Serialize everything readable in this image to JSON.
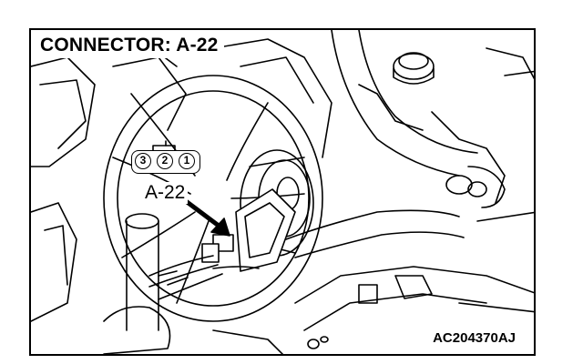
{
  "title": "CONNECTOR: A-22",
  "connector_label": "A-22",
  "connector_pins": [
    "3",
    "2",
    "1"
  ],
  "figure_code": "AC204370AJ"
}
